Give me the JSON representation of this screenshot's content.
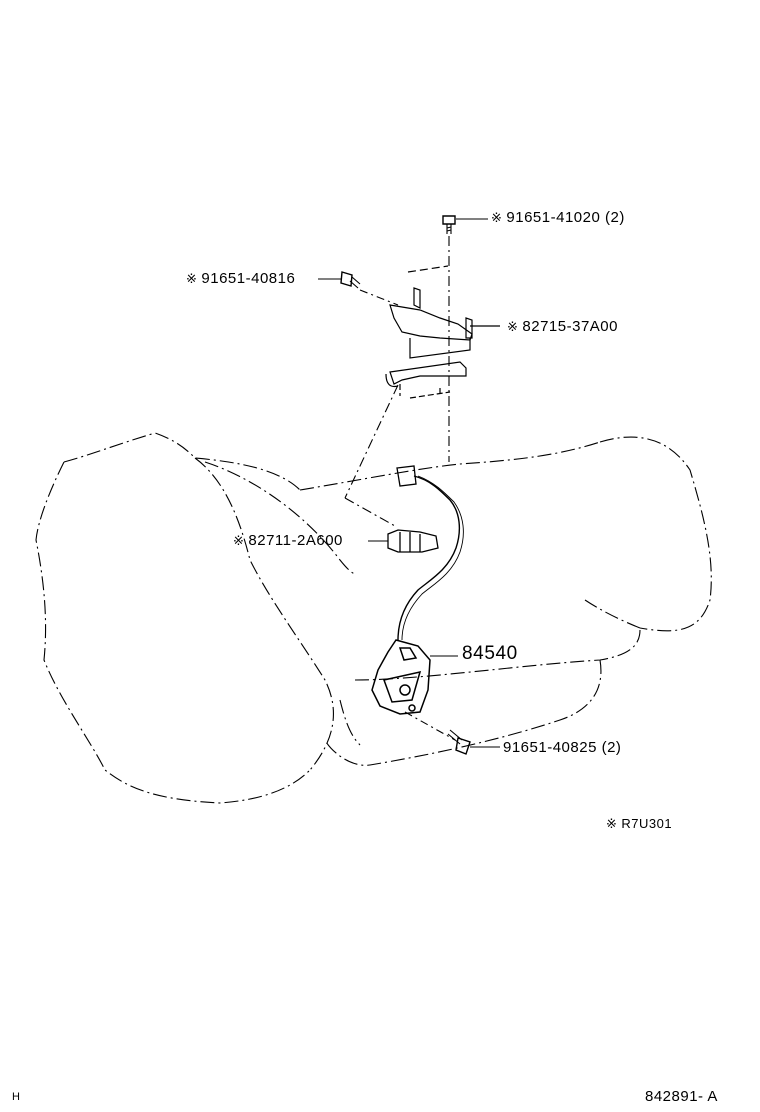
{
  "parts": {
    "bolt_top": {
      "mark": "※",
      "number": "91651-41020",
      "qty": "(2)"
    },
    "bolt_left": {
      "mark": "※",
      "number": "91651-40816"
    },
    "bracket": {
      "mark": "※",
      "number": "82715-37A00"
    },
    "connector": {
      "mark": "※",
      "number": "82711-2A600"
    },
    "switch": {
      "number": "84540"
    },
    "bolt_bottom": {
      "number": "91651-40825",
      "qty": "(2)"
    }
  },
  "note": {
    "mark": "※",
    "text": "R7U301"
  },
  "corner_mark": "H",
  "figure_id": "842891- A"
}
